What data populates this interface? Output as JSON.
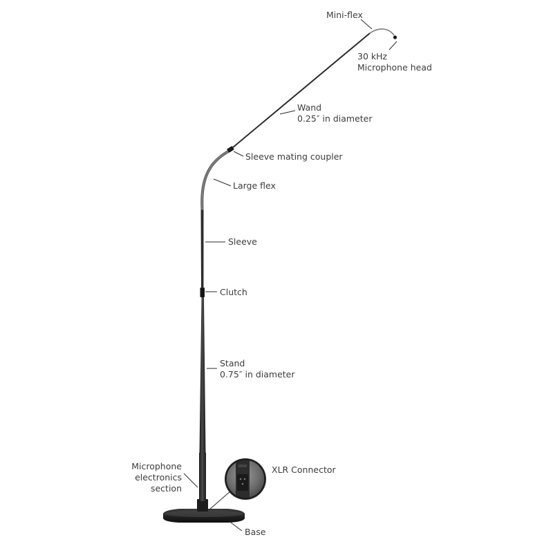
{
  "labels": {
    "mini_flex": "Mini-flex",
    "mic_head_line1": "30 kHz",
    "mic_head_line2": "Microphone head",
    "wand_line1": "Wand",
    "wand_line2": "0.25″ in diameter",
    "sleeve_mating_coupler": "Sleeve mating coupler",
    "large_flex": "Large flex",
    "sleeve": "Sleeve",
    "clutch": "Clutch",
    "stand_line1": "Stand",
    "stand_line2": "0.75″ in diameter",
    "electronics_line1": "Microphone",
    "electronics_line2": "electronics",
    "electronics_line3": "section",
    "xlr_connector": "XLR Connector",
    "base": "Base"
  },
  "colors": {
    "text": "#3c3c3c",
    "stand": "#2b2b2b",
    "base": "#1e1e1e",
    "background": "#ffffff"
  }
}
